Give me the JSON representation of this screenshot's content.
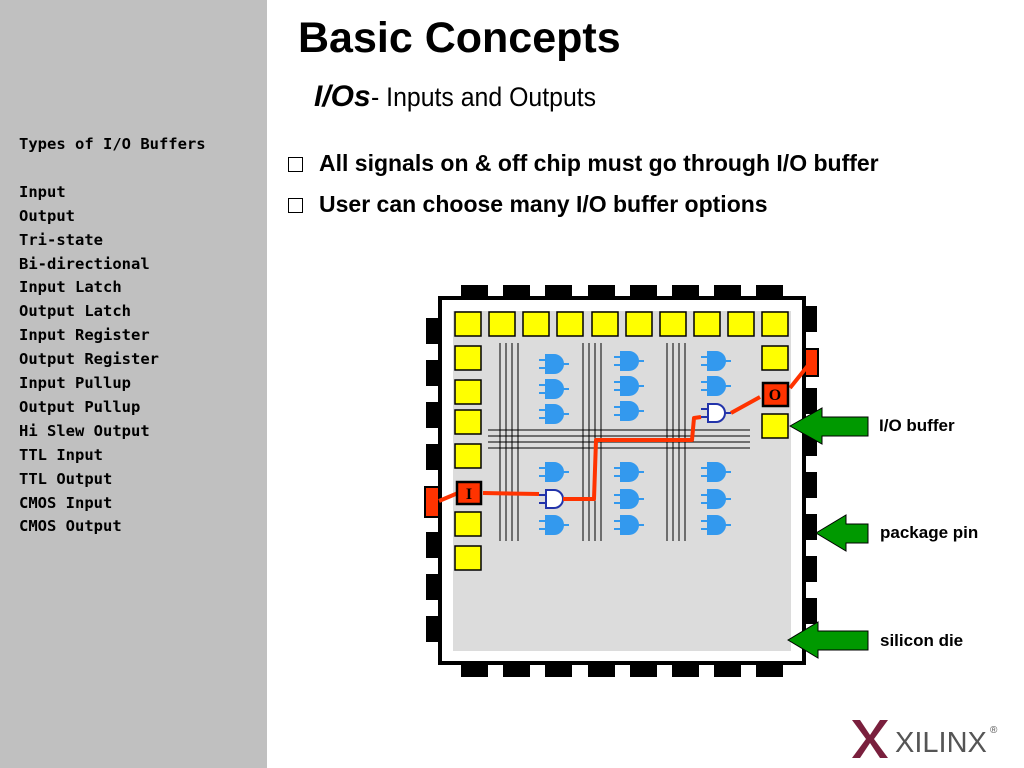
{
  "sidebar": {
    "heading": "Types of I/O Buffers",
    "items": [
      "Input",
      "Output",
      "Tri-state",
      "Bi-directional",
      "Input Latch",
      "Output Latch",
      "Input Register",
      "Output Register",
      "Input Pullup",
      "Output Pullup",
      "Hi Slew Output",
      "TTL Input",
      "TTL Output",
      "CMOS Input",
      "CMOS Output"
    ]
  },
  "slide": {
    "title": "Basic Concepts",
    "subtitle_strong": "I/Os",
    "subtitle_rest": " - Inputs and Outputs",
    "bullets": [
      "All signals on & off chip must go through I/O buffer",
      "User can choose many I/O buffer options"
    ]
  },
  "diagram": {
    "input_label": "I",
    "output_label": "O",
    "callouts": {
      "io_buffer": "I/O buffer",
      "package_pin": "package pin",
      "silicon_die": "silicon die"
    },
    "colors": {
      "pad": "#ffff00",
      "gate": "#3399ee",
      "signal": "#ff3300",
      "arrow": "#009900",
      "die": "#dcdcdc"
    }
  },
  "logo": {
    "text": "XILINX",
    "registered": "®"
  }
}
